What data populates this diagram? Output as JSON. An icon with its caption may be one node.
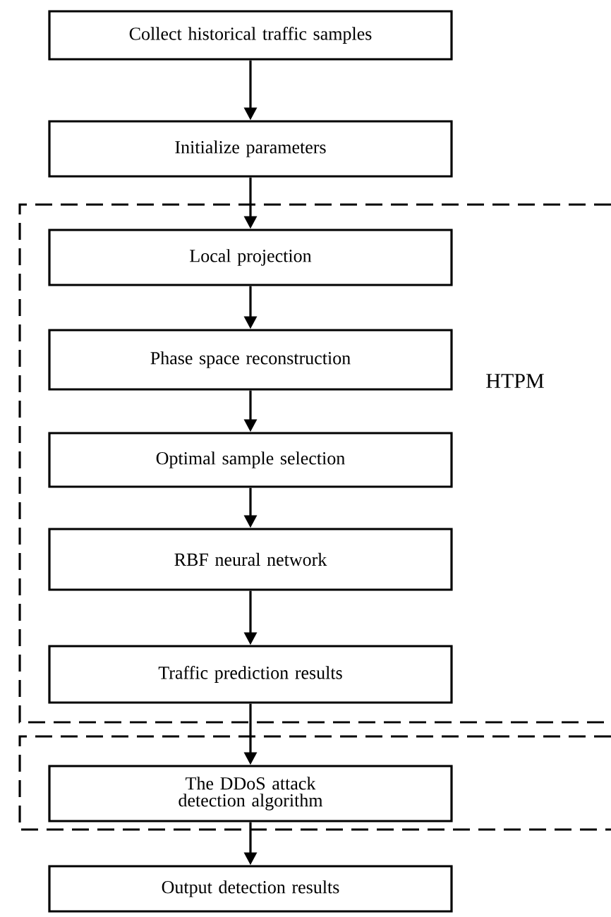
{
  "diagram": {
    "nodes": [
      {
        "text": [
          "Collect historical traffic samples"
        ]
      },
      {
        "text": [
          "Initialize parameters"
        ]
      },
      {
        "text": [
          "HTPM"
        ]
      },
      {
        "text": [
          "Local projection"
        ],
        "in": 2
      },
      {
        "text": [
          "Phase space reconstruction"
        ],
        "in": 2
      },
      {
        "text": [
          "Optimal sample selection"
        ],
        "in": 2
      },
      {
        "text": [
          "RBF neural network"
        ],
        "in": 2
      },
      {
        "text": [
          "Traffic prediction results"
        ],
        "in": 2
      },
      {
        "text": [],
        "shape": "box"
      },
      {
        "text": [
          "The DDoS attack detection algorithm"
        ],
        "in": 8
      },
      {
        "text": [
          "Output detection results"
        ]
      }
    ],
    "edges": [
      {
        "from": 0,
        "to": 1,
        "arrow": "to"
      },
      {
        "from": 1,
        "to": 3,
        "arrow": "to"
      },
      {
        "from": 3,
        "to": 4,
        "arrow": "to"
      },
      {
        "from": 4,
        "to": 5,
        "arrow": "to"
      },
      {
        "from": 5,
        "to": 6,
        "arrow": "to"
      },
      {
        "from": 6,
        "to": 7,
        "arrow": "to"
      },
      {
        "from": 7,
        "to": 9,
        "arrow": "to"
      },
      {
        "from": 9,
        "to": 10,
        "arrow": "to"
      }
    ]
  }
}
